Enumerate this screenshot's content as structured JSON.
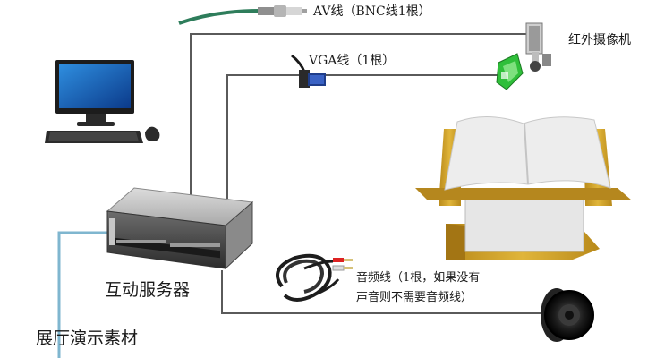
{
  "labels": {
    "av_cable": "AV线（BNC线1根）",
    "ir_camera": "红外摄像机",
    "vga_cable": "VGA线（1根）",
    "audio_cable_line1": "音频线（1根，如果没有",
    "audio_cable_line2": "声音则不需要音频线）",
    "server": "互动服务器",
    "hall_material": "展厅演示素材"
  },
  "colors": {
    "cable": "#5a5a5a",
    "hall_cable": "#7fb6cf",
    "bnc_cable": "#2e7d5b",
    "camera_accent": "#2fbf3a",
    "book_frame": "#c9a227"
  }
}
